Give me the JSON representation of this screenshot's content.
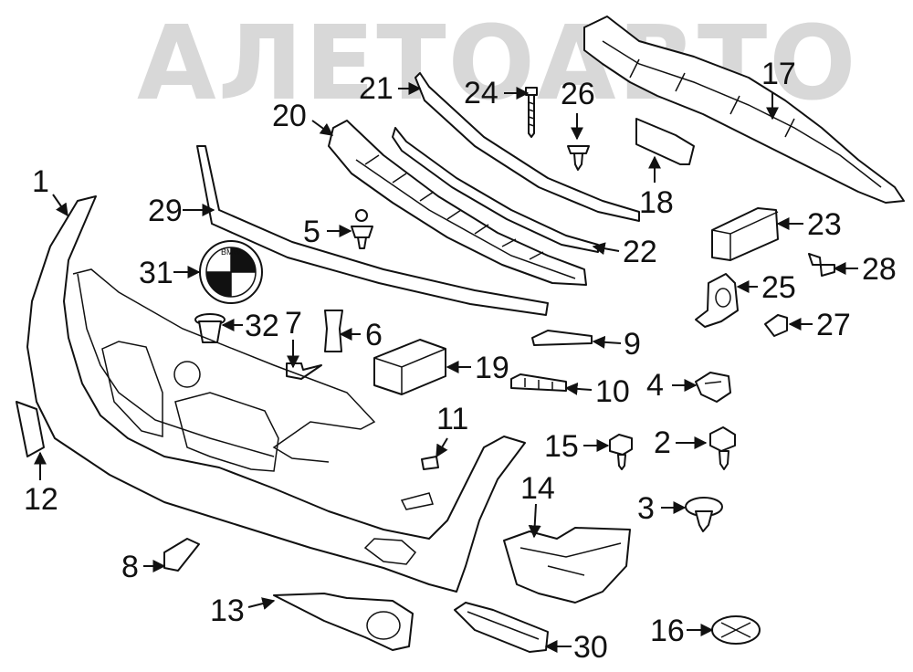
{
  "watermark": "АЛЕТОАВТО",
  "callouts": [
    "1",
    "2",
    "3",
    "4",
    "5",
    "6",
    "7",
    "8",
    "9",
    "10",
    "11",
    "12",
    "13",
    "14",
    "15",
    "16",
    "17",
    "18",
    "19",
    "20",
    "21",
    "22",
    "23",
    "24",
    "25",
    "26",
    "27",
    "28",
    "29",
    "30",
    "31",
    "32"
  ],
  "logo_text": "BMW"
}
